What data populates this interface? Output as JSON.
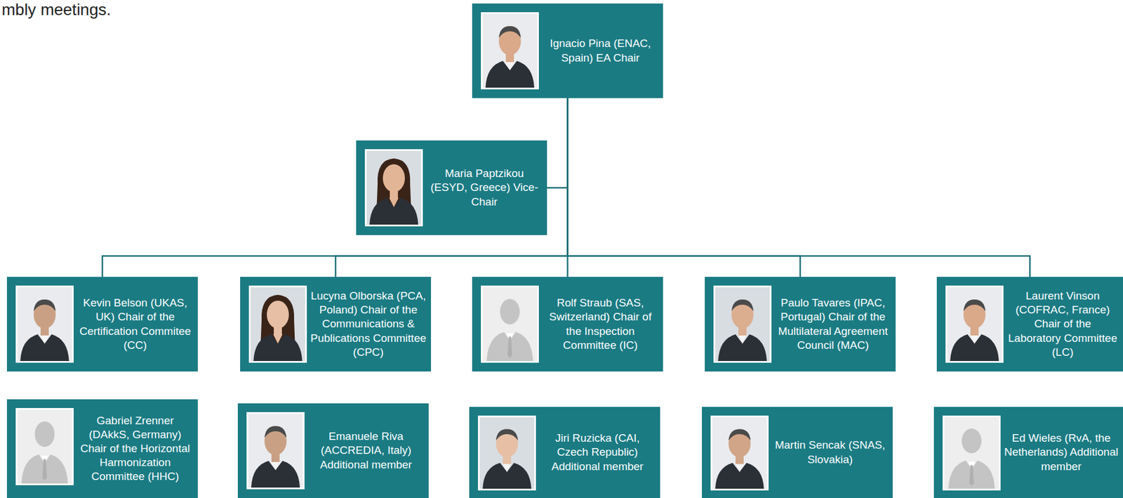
{
  "diagram": {
    "nodes": [
      {
        "text": [
          "Ignacio Pina (ENAC, Spain) EA Chair"
        ]
      },
      {
        "text": [
          "Maria Paptzikou (ESYD, Greece) Vice-Chair"
        ]
      },
      {
        "text": [
          "Kevin Belson (UKAS, UK) Chair of the Certification Commitee (CC)"
        ]
      },
      {
        "text": [
          "Lucyna Olborska (PCA, Poland) Chair of the Communications & Publications Committee (CPC)"
        ]
      },
      {
        "text": [
          "Rolf Straub (SAS, Switzerland) Chair of the Inspection Committee (IC)"
        ]
      },
      {
        "text": [
          "Paulo Tavares (IPAC, Portugal) Chair of the Multilateral Agreement Council (MAC)"
        ]
      },
      {
        "text": [
          "Laurent Vinson (COFRAC, France) Chair of the Laboratory Committee (LC)"
        ]
      },
      {
        "text": [
          "Gabriel Zrenner (DAkkS, Germany) Chair of the Horizontal Harmonization Committee (HHC)"
        ]
      },
      {
        "text": [
          "Emanuele Riva (ACCREDIA, Italy) Additional member"
        ]
      },
      {
        "text": [
          "Jiri Ruzicka (CAI, Czech Republic) Additional member"
        ]
      },
      {
        "text": [
          "Martin Sencak (SNAS, Slovakia)"
        ]
      },
      {
        "text": [
          "Ed Wieles (RvA, the Netherlands) Additional member"
        ]
      }
    ],
    "edges": [
      {
        "from": 0,
        "to": 1,
        "arrow": "none"
      },
      {
        "from": 0,
        "to": 2,
        "arrow": "none"
      },
      {
        "from": 0,
        "to": 3,
        "arrow": "none"
      },
      {
        "from": 0,
        "to": 4,
        "arrow": "none"
      },
      {
        "from": 0,
        "to": 5,
        "arrow": "none"
      },
      {
        "from": 0,
        "to": 6,
        "arrow": "none"
      }
    ],
    "labels": [
      "mbly meetings."
    ]
  }
}
